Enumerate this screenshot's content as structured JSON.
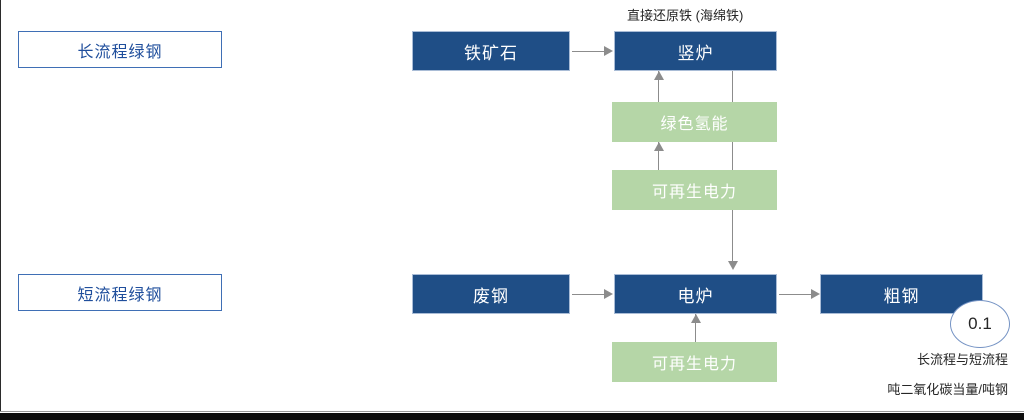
{
  "diagram": {
    "title_hidden": "",
    "colors": {
      "process_blue": "#1f4e86",
      "input_green": "#b5d6a7",
      "label_border_blue": "#3f6fb5",
      "label_text_blue": "#1f4e9c",
      "connector_gray": "#8c8c8c",
      "bubble_border": "#7593c4"
    },
    "row_labels": [
      {
        "id": "long-route",
        "text": "长流程绿钢"
      },
      {
        "id": "short-route",
        "text": "短流程绿钢"
      }
    ],
    "process_boxes": [
      {
        "id": "iron-ore",
        "text": "铁矿石"
      },
      {
        "id": "shaft-furnace",
        "text": "竖炉"
      },
      {
        "id": "scrap-steel",
        "text": "废钢"
      },
      {
        "id": "electric-furnace",
        "text": "电炉"
      },
      {
        "id": "crude-steel",
        "text": "粗钢"
      }
    ],
    "input_boxes": [
      {
        "id": "green-hydrogen",
        "text": "绿色氢能"
      },
      {
        "id": "renewable-power-top",
        "text": "可再生电力"
      },
      {
        "id": "renewable-power-bottom",
        "text": "可再生电力"
      }
    ],
    "annotations": {
      "dri_label": "直接还原铁 (海绵铁)",
      "route_comparison": "长流程与短流程",
      "unit_label": "吨二氧化碳当量/吨钢"
    },
    "value_bubble": {
      "value": "0.1"
    }
  }
}
